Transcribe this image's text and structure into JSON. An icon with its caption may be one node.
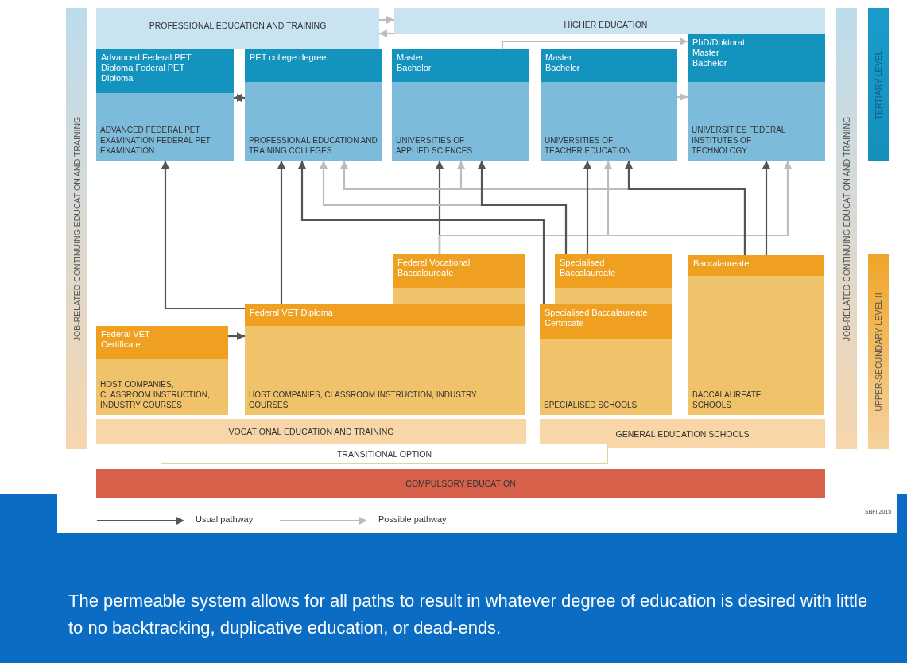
{
  "diagram": {
    "caption": "The permeable system allows for all paths to result in whatever degree of education is desired with little to no backtracking, duplicative education, or dead-ends.",
    "nodes": [
      {
        "text": [
          "JOB-RELATED CONTINUING EDUCATION AND TRAINING"
        ]
      },
      {
        "text": [
          "PROFESSIONAL EDUCATION AND TRAINING"
        ]
      },
      {
        "text": [
          "HIGHER EDUCATION"
        ]
      },
      {
        "text": [
          "Advanced Federal PET Diploma Federal PET Diploma",
          "ADVANCED FEDERAL PET EXAMINATION FEDERAL PET EXAMINATION"
        ]
      },
      {
        "text": [
          "PET college degree",
          "PROFESSIONAL EDUCATION AND TRAINING COLLEGES"
        ]
      },
      {
        "text": [
          "Master Bachelor",
          "UNIVERSITIES OF APPLIED SCIENCES"
        ]
      },
      {
        "text": [
          "Master Bachelor",
          "UNIVERSITIES OF TEACHER EDUCATION"
        ]
      },
      {
        "text": [
          "PhD/Doktorat Master Bachelor",
          "UNIVERSITIES FEDERAL INSTITUTES OF TECHNOLOGY"
        ]
      },
      {
        "text": [
          "JOB-RELATED CONTINUING EDUCATION AND TRAINING"
        ]
      },
      {
        "text": [
          "TERTIARY LEVEL"
        ]
      },
      {
        "text": [
          "UPPER-SECUNDARY LEVEL II"
        ]
      },
      {
        "text": [
          "Federal VET Certificate",
          "HOST COMPANIES, CLASSROOM INSTRUCTION, INDUSTRY COURSES"
        ]
      },
      {
        "text": [
          "Federal VET Diploma",
          "HOST COMPANIES, CLASSROOM INSTRUCTION, INDUSTRY COURSES"
        ]
      },
      {
        "text": [
          "Federal Vocational Baccalaureate"
        ]
      },
      {
        "text": [
          "Specialised Baccalaureate"
        ]
      },
      {
        "text": [
          "Specialised Baccalaureate Certificate",
          "SPECIALISED SCHOOLS"
        ]
      },
      {
        "text": [
          "Baccalaureate",
          "BACCALAUREATE SCHOOLS"
        ]
      },
      {
        "text": [
          "VOCATIONAL EDUCATION AND TRAINING"
        ]
      },
      {
        "text": [
          "GENERAL EDUCATION SCHOOLS"
        ]
      },
      {
        "text": [
          "TRANSITIONAL OPTION"
        ]
      },
      {
        "text": [
          "COMPULSORY EDUCATION"
        ]
      }
    ],
    "edges": [
      {
        "from": 1,
        "to": 2,
        "arrow": "to",
        "color": "#bdbdbd"
      },
      {
        "from": 2,
        "to": 1,
        "arrow": "to",
        "color": "#bdbdbd"
      },
      {
        "from": 3,
        "to": 4,
        "arrow": "both"
      },
      {
        "from": 11,
        "to": 12,
        "arrow": "to"
      },
      {
        "from": 12,
        "to": 3,
        "arrow": "to"
      },
      {
        "from": 12,
        "to": 4,
        "arrow": "to"
      },
      {
        "from": 13,
        "to": 5,
        "arrow": "to"
      },
      {
        "from": 16,
        "to": 4,
        "arrow": "to",
        "color": "#bdbdbd"
      },
      {
        "from": 16,
        "to": 5,
        "arrow": "to",
        "color": "#bdbdbd"
      },
      {
        "from": 14,
        "to": 4,
        "arrow": "to",
        "color": "#bdbdbd"
      },
      {
        "from": 13,
        "to": 6,
        "arrow": "to",
        "color": "#bdbdbd"
      },
      {
        "from": 13,
        "to": 7,
        "arrow": "to",
        "color": "#bdbdbd"
      },
      {
        "from": 6,
        "to": 7,
        "arrow": "to",
        "color": "#bdbdbd"
      },
      {
        "from": 5,
        "to": 7,
        "arrow": "to",
        "color": "#bdbdbd"
      },
      {
        "from": 15,
        "to": 4,
        "arrow": "to"
      },
      {
        "from": 14,
        "to": 5,
        "arrow": "to"
      },
      {
        "from": 14,
        "to": 6,
        "arrow": "to"
      },
      {
        "from": 16,
        "to": 6,
        "arrow": "to"
      },
      {
        "from": 16,
        "to": 7,
        "arrow": "to"
      }
    ],
    "labels": [
      "SBFI 2015"
    ],
    "legend": [
      {
        "text": "Usual pathway"
      },
      {
        "text": "Possible pathway"
      }
    ]
  }
}
